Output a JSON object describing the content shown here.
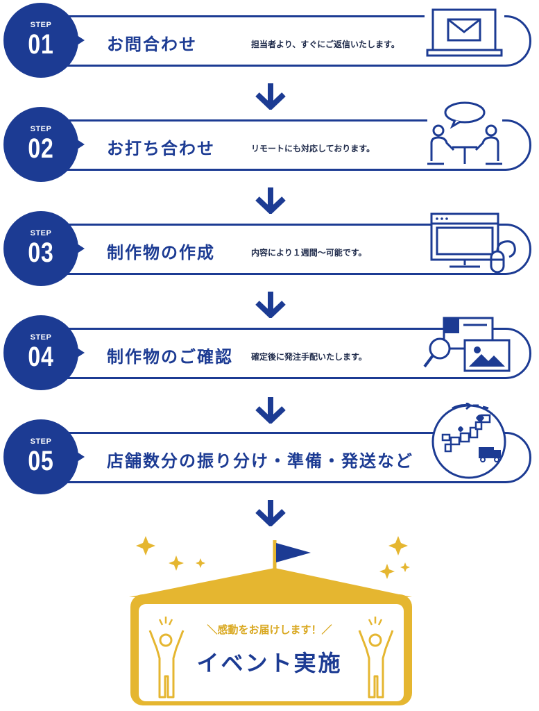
{
  "steps": [
    {
      "label": "STEP",
      "num": "01",
      "title": "お問合わせ",
      "desc": "担当者より、すぐにご返信いたします。"
    },
    {
      "label": "STEP",
      "num": "02",
      "title": "お打ち合わせ",
      "desc": "リモートにも対応しております。"
    },
    {
      "label": "STEP",
      "num": "03",
      "title": "制作物の作成",
      "desc": "内容により１週間〜可能です。"
    },
    {
      "label": "STEP",
      "num": "04",
      "title": "制作物のご確認",
      "desc": "確定後に発注手配いたします。"
    },
    {
      "label": "STEP",
      "num": "05",
      "title": "店舗数分の振り分け・準備・発送など",
      "desc": ""
    }
  ],
  "event": {
    "subtitle": "＼感動をお届けします！／",
    "title": "イベント実施"
  },
  "colors": {
    "navy": "#1c3b93",
    "gold": "#e5b630"
  }
}
